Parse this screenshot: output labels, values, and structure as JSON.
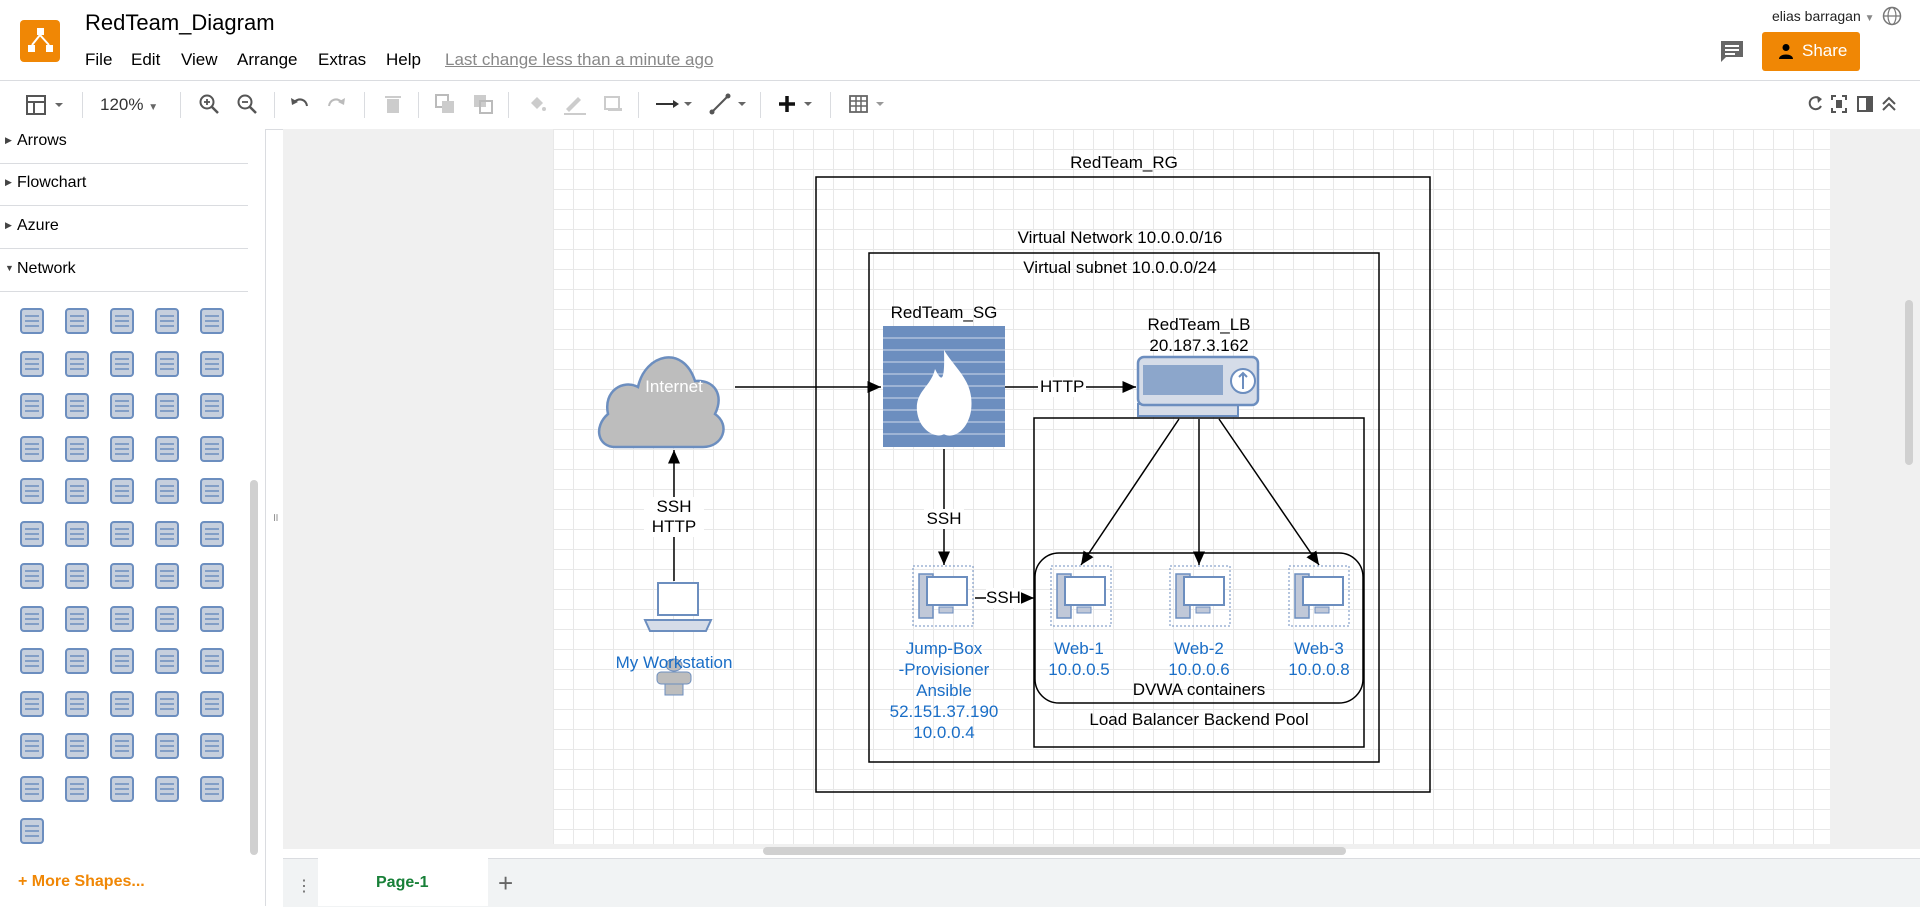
{
  "app": {
    "title": "RedTeam_Diagram",
    "last_change": "Last change less than a minute ago",
    "user": "elias barragan",
    "share_label": "Share"
  },
  "menu": [
    "File",
    "Edit",
    "View",
    "Arrange",
    "Extras",
    "Help"
  ],
  "toolbar": {
    "zoom": "120%"
  },
  "sidebar": {
    "categories": [
      "Arrows",
      "Flowchart",
      "Azure",
      "Network"
    ],
    "more_shapes": "+ More Shapes..."
  },
  "diagram": {
    "rg_label": "RedTeam_RG",
    "vnet_label": "Virtual Network 10.0.0.0/16",
    "subnet_label": "Virtual subnet 10.0.0.0/24",
    "sg_label": "RedTeam_SG",
    "lb_name": "RedTeam_LB",
    "lb_ip": "20.187.3.162",
    "internet_label": "Internet",
    "ssh": "SSH",
    "http": "HTTP",
    "workstation": "My Workstation",
    "jumpbox": [
      "Jump-Box",
      "-Provisioner",
      "Ansible",
      "52.151.37.190",
      "10.0.0.4"
    ],
    "web": [
      {
        "name": "Web-1",
        "ip": "10.0.0.5"
      },
      {
        "name": "Web-2",
        "ip": "10.0.0.6"
      },
      {
        "name": "Web-3",
        "ip": "10.0.0.8"
      }
    ],
    "dvwa": "DVWA containers",
    "pool": "Load Balancer Backend Pool"
  },
  "footer": {
    "page_tab": "Page-1"
  },
  "colors": {
    "accent": "#f08705",
    "shape_blue": "#6c8ebf",
    "text_blue": "#1a6ec7"
  }
}
